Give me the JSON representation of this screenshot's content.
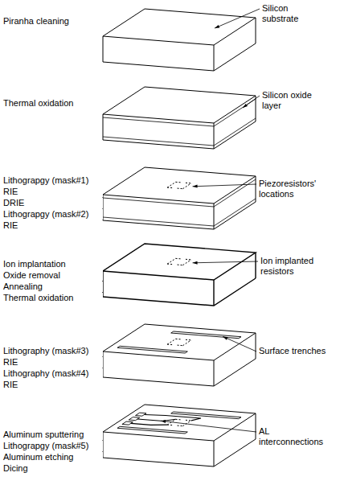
{
  "diagram": {
    "labels": [
      "Piranha cleaning",
      "Silicon substrate",
      "Thermal oxidation",
      "Silicon oxide layer",
      "Lithograpgy (mask#1)",
      "RIE",
      "DRIE",
      "Lithograpgy (mask#2)",
      "RIE",
      "Piezoresistors' locations",
      "Ion implantation",
      "Oxide removal",
      "Annealing",
      "Thermal oxidation",
      "Ion implanted resistors",
      "Lithography (mask#3)",
      "RIE",
      "Lithography (mask#4)",
      "RIE",
      "Surface trenches",
      "Aluminum sputtering",
      "Lithograpgy (mask#5)",
      "Aluminum etching",
      "Dicing",
      "AL interconnections"
    ]
  }
}
